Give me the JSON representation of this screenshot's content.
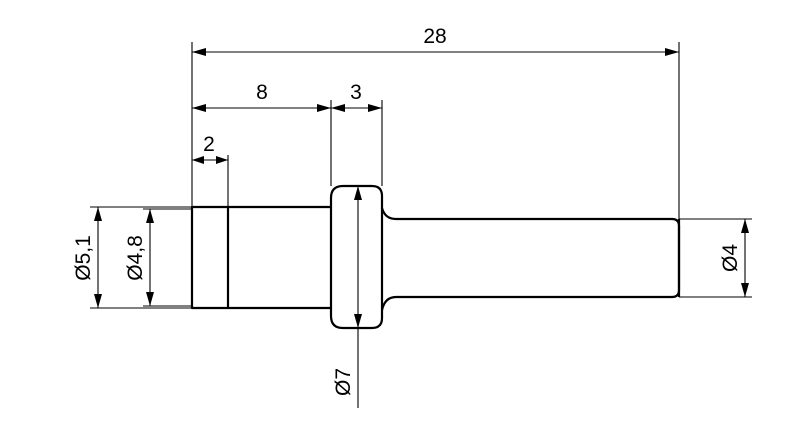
{
  "dimensions": {
    "overall_length": "28",
    "body_length": "8",
    "collar_width": "3",
    "step_length": "2",
    "diameter_outer": "Ø5,1",
    "diameter_step": "Ø4,8",
    "diameter_collar": "Ø7",
    "diameter_shaft": "Ø4"
  }
}
